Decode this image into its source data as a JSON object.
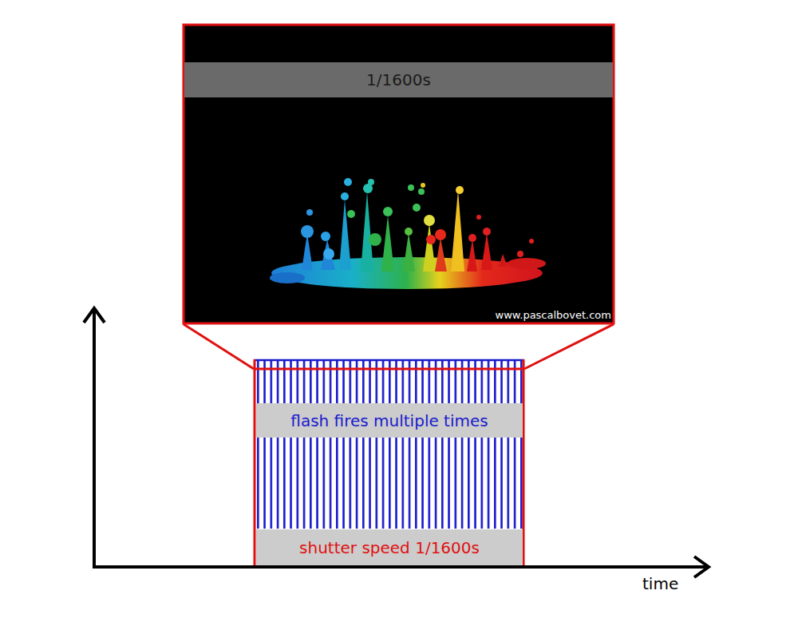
{
  "diagram": {
    "nodes": [
      {
        "text": [
          "1/1600s"
        ]
      },
      {
        "text": [
          "flash fires multiple times"
        ]
      },
      {
        "text": [
          "shutter speed 1/1600s"
        ]
      }
    ],
    "labels": [
      "www.pascalbovet.com",
      "time"
    ]
  }
}
